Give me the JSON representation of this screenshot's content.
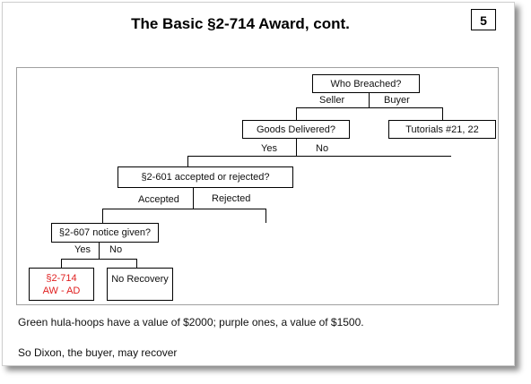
{
  "slide": {
    "title": "The Basic §2-714 Award, cont.",
    "page_number": "5"
  },
  "diagram": {
    "who_breached": "Who Breached?",
    "seller": "Seller",
    "buyer": "Buyer",
    "tutorials": "Tutorials #21, 22",
    "goods_delivered": "Goods Delivered?",
    "yes1": "Yes",
    "no1": "No",
    "accepted_rejected": "§2-601 accepted or rejected?",
    "accepted": "Accepted",
    "rejected": "Rejected",
    "notice_given": "§2-607 notice given?",
    "yes2": "Yes",
    "no2": "No",
    "award_line1": "§2-714",
    "award_line2": "AW  -  AD",
    "no_recovery": "No Recovery"
  },
  "text": {
    "line1": "Green hula-hoops have a value of $2000; purple ones, a value of $1500.",
    "line2": "So Dixon, the buyer, may recover"
  },
  "colors": {
    "award_text": "#e02020"
  }
}
